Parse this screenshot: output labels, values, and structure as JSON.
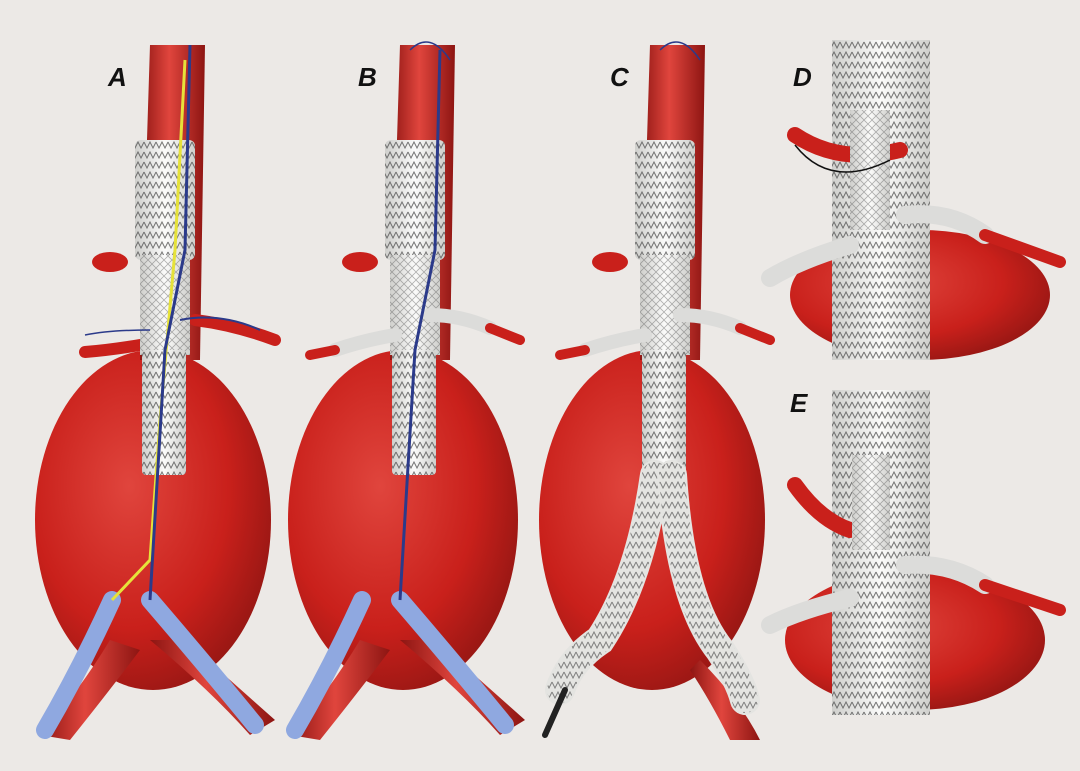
{
  "panels": [
    {
      "id": "A",
      "label": "A"
    },
    {
      "id": "B",
      "label": "B"
    },
    {
      "id": "C",
      "label": "C"
    },
    {
      "id": "D",
      "label": "D"
    },
    {
      "id": "E",
      "label": "E"
    }
  ],
  "colors": {
    "background": "#ece9e6",
    "vessel": "#c9201b",
    "vessel_dark": "#8d1512",
    "vessel_light": "#e0453d",
    "stent_fill": "#f3f3f1",
    "stent_line": "#4a4a4a",
    "sheath": "#8fa8e0",
    "wire_blue": "#2b3a8a",
    "wire_yellow": "#e6e23a",
    "gold": "#c9a227"
  }
}
